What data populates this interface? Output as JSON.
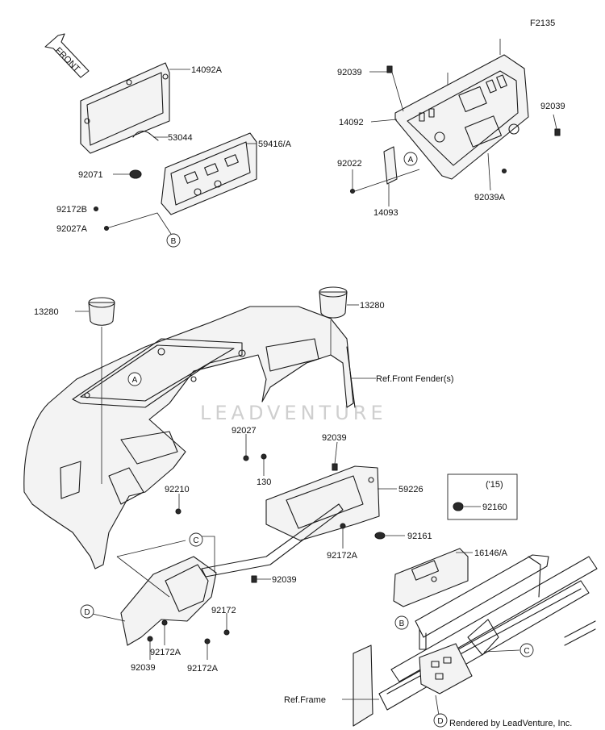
{
  "figure_id": "F2135",
  "front_label": "FRONT",
  "watermark": "LEADVENTURE",
  "credit": "Rendered by LeadVenture, Inc.",
  "year_box_label": "('15)",
  "part_labels": {
    "p14092A": "14092A",
    "p53044": "53044",
    "p59416A": "59416/A",
    "p92071": "92071",
    "p92172B": "92172B",
    "p92027A": "92027A",
    "p92039_top": "92039",
    "p14092": "14092",
    "p92039_right": "92039",
    "p92022": "92022",
    "p14093": "14093",
    "p92039A": "92039A",
    "p13280_left": "13280",
    "p13280_right": "13280",
    "ref_front_fender": "Ref.Front Fender(s)",
    "p92027": "92027",
    "p130": "130",
    "p92039_mid": "92039",
    "p59226": "59226",
    "p92210": "92210",
    "p92160": "92160",
    "p92161": "92161",
    "p92172A_mid": "92172A",
    "p16146A": "16146/A",
    "p92039_low": "92039",
    "p92172": "92172",
    "p92172A_low1": "92172A",
    "p92039_bottom": "92039",
    "p92172A_low2": "92172A",
    "ref_frame": "Ref.Frame"
  },
  "callouts": {
    "A1": "A",
    "B1": "B",
    "A2": "A",
    "C1": "C",
    "D1": "D",
    "B2": "B",
    "C2": "C",
    "D2": "D"
  }
}
